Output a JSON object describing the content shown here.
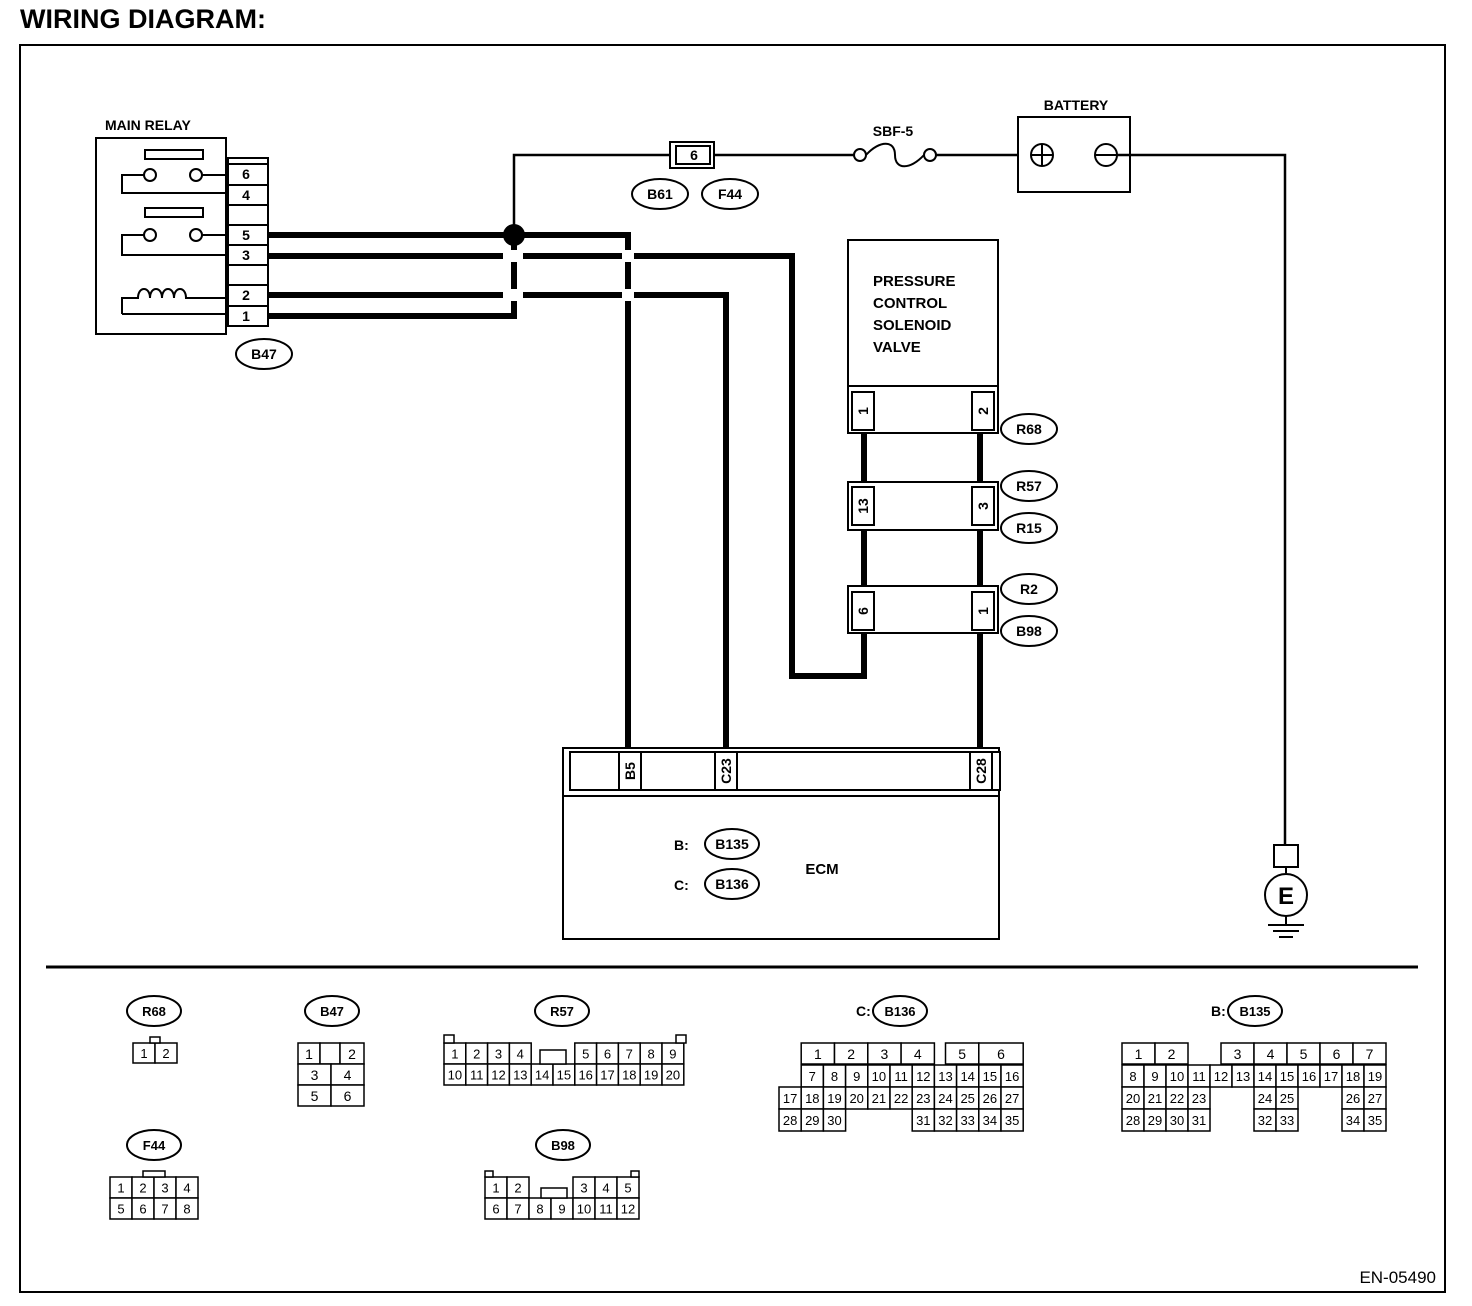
{
  "title": "WIRING DIAGRAM:",
  "figure_id": "EN-05490",
  "components": {
    "main_relay": {
      "label": "MAIN RELAY",
      "pins": [
        "6",
        "4",
        "",
        "5",
        "3",
        "",
        "2",
        "1"
      ],
      "connector": "B47"
    },
    "fuse": {
      "label": "SBF-5"
    },
    "battery": {
      "label": "BATTERY",
      "plus": "⊕",
      "minus": "⊖"
    },
    "inline_connector": {
      "pin": "6",
      "connectors": [
        "B61",
        "F44"
      ]
    },
    "solenoid": {
      "label_lines": [
        "PRESSURE",
        "CONTROL",
        "SOLENOID",
        "VALVE"
      ]
    },
    "conn_r68": {
      "left_pin": "1",
      "right_pin": "2",
      "labels": [
        "R68"
      ]
    },
    "conn_r57": {
      "left_pin": "13",
      "right_pin": "3",
      "labels": [
        "R57",
        "R15"
      ]
    },
    "conn_r2": {
      "left_pin": "6",
      "right_pin": "1",
      "labels": [
        "R2",
        "B98"
      ]
    },
    "ecm": {
      "label": "ECM",
      "pins": [
        "B5",
        "C23",
        "C28"
      ],
      "connectors": [
        {
          "prefix": "B:",
          "name": "B135"
        },
        {
          "prefix": "C:",
          "name": "B136"
        }
      ]
    },
    "ground": {
      "symbol": "E"
    }
  },
  "connector_views": {
    "r68": {
      "name": "R68",
      "rows": [
        [
          "1",
          "2"
        ]
      ]
    },
    "b47": {
      "name": "B47",
      "rows": [
        [
          "1",
          "",
          "2"
        ],
        [
          "3",
          "4"
        ],
        [
          "5",
          "6"
        ]
      ]
    },
    "r57": {
      "name": "R57",
      "rows": [
        [
          "1",
          "2",
          "3",
          "4",
          "",
          "5",
          "6",
          "7",
          "8",
          "9"
        ],
        [
          "10",
          "11",
          "12",
          "13",
          "14",
          "15",
          "16",
          "17",
          "18",
          "19",
          "20"
        ]
      ]
    },
    "b136": {
      "prefix": "C:",
      "name": "B136",
      "rows": [
        [
          "1",
          "2",
          "3",
          "4",
          "5",
          "6"
        ],
        [
          "7",
          "8",
          "9",
          "10",
          "11",
          "12",
          "13",
          "14",
          "15",
          "16"
        ],
        [
          "17",
          "18",
          "19",
          "20",
          "21",
          "22",
          "23",
          "24",
          "25",
          "26",
          "27"
        ],
        [
          "28",
          "29",
          "30",
          "31",
          "32",
          "33",
          "34",
          "35"
        ]
      ]
    },
    "b135": {
      "prefix": "B:",
      "name": "B135",
      "rows": [
        [
          "1",
          "2",
          "3",
          "4",
          "5",
          "6",
          "7"
        ],
        [
          "8",
          "9",
          "10",
          "11",
          "12",
          "13",
          "14",
          "15",
          "16",
          "17",
          "18",
          "19"
        ],
        [
          "20",
          "21",
          "22",
          "23",
          "24",
          "25",
          "26",
          "27"
        ],
        [
          "28",
          "29",
          "30",
          "31",
          "32",
          "33",
          "34",
          "35"
        ]
      ]
    },
    "f44": {
      "name": "F44",
      "rows": [
        [
          "1",
          "2",
          "3",
          "4"
        ],
        [
          "5",
          "6",
          "7",
          "8"
        ]
      ]
    },
    "b98": {
      "name": "B98",
      "rows": [
        [
          "1",
          "2",
          "3",
          "4",
          "5"
        ],
        [
          "6",
          "7",
          "8",
          "9",
          "10",
          "11",
          "12"
        ]
      ]
    }
  }
}
